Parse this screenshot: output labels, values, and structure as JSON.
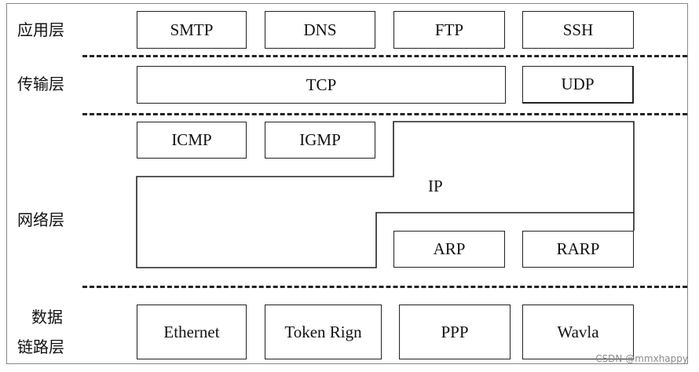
{
  "layers": {
    "application": "应用层",
    "transport": "传输层",
    "network": "网络层",
    "datalink_1": "数据",
    "datalink_2": "链路层"
  },
  "application": [
    "SMTP",
    "DNS",
    "FTP",
    "SSH"
  ],
  "transport": [
    "TCP",
    "UDP"
  ],
  "network": {
    "icmp": "ICMP",
    "igmp": "IGMP",
    "ip": "IP",
    "arp": "ARP",
    "rarp": "RARP"
  },
  "datalink": [
    "Ethernet",
    "Token Rign",
    "PPP",
    "Wavla"
  ],
  "watermark": "CSDN @mmxhappy"
}
